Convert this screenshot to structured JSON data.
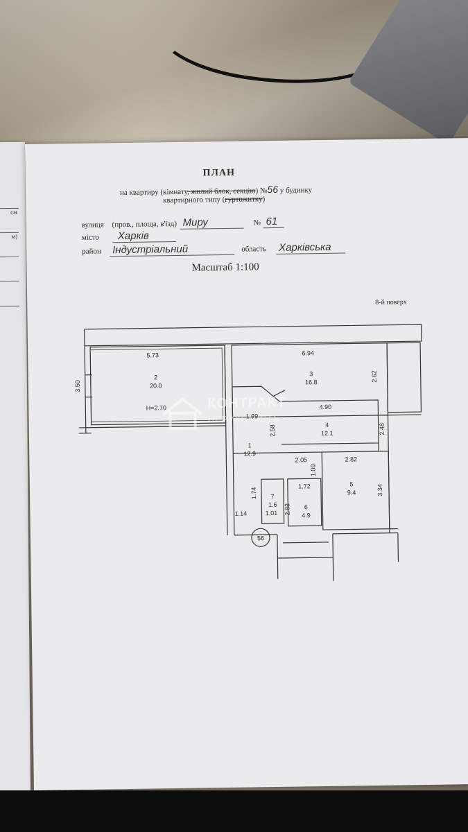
{
  "header": {
    "title": "ПЛАН",
    "subtitle_prefix": "на квартиру (",
    "subtitle_normal1": "кімнату",
    "subtitle_struck1": ", жилий блок, секцію",
    "subtitle_suffix": ") №",
    "apartment_no": "56",
    "subtitle_after": "у будинку",
    "type_line_normal": "квартирного типу (",
    "type_line_struck": "гуртожитку",
    "type_line_end": ")"
  },
  "address": {
    "street_label": "вулиця",
    "street_alt_label": "(пров., площа, в'їзд)",
    "street_value": "Миру",
    "number_label": "№",
    "number_value": "61",
    "city_label": "місто",
    "city_value": "Харків",
    "district_label": "район",
    "district_value": "Індустріальний",
    "region_label": "область",
    "region_value": "Харківська"
  },
  "scale": "Масштаб 1:100",
  "floor": "8-й поверх",
  "watermark": {
    "line1": "КОНТРАКТ",
    "line2": "НЕРУХОМІСТЬ"
  },
  "left_page": {
    "row1": "см",
    "row2": "м)"
  },
  "rooms": [
    {
      "no": "2",
      "area": "20.0",
      "extra": "H=2.70"
    },
    {
      "no": "3",
      "area": "16.8"
    },
    {
      "no": "4",
      "area": "12.1"
    },
    {
      "no": "1",
      "area": "12.9"
    },
    {
      "no": "5",
      "area": "9.4"
    },
    {
      "no": "7",
      "area": "1.6"
    },
    {
      "no": "6",
      "area": "4.9"
    }
  ],
  "dimensions": {
    "d573": "5.73",
    "d350": "3.50",
    "d694": "6.94",
    "d262": "2.62",
    "d490": "4.90",
    "d199": "1.99",
    "d258": "2.58",
    "d248": "2.48",
    "d205": "2.05",
    "d282": "2.82",
    "d109": "1.09",
    "d174": "1.74",
    "d172": "1.72",
    "d334": "3.34",
    "d114": "1.14",
    "d101": "1.01",
    "d283": "2.83"
  },
  "stair_no": "56"
}
